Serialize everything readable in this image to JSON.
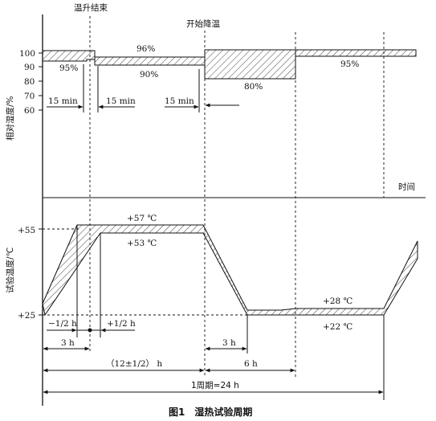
{
  "labels": {
    "temp_rise_end": "温升结束",
    "start_cooling": "开始降温",
    "humidity_axis": "相对湿度/%",
    "temperature_axis": "试验温度/℃",
    "time_label": "时间",
    "caption": "图1　湿热试验周期"
  },
  "humidity_ticks": [
    "100",
    "90",
    "80",
    "70",
    "60"
  ],
  "humidity_annotations": {
    "h95_left": "95%",
    "h96": "96%",
    "h90": "90%",
    "h80": "80%",
    "h95_right": "95%",
    "dur_15min_a": "15 min",
    "dur_15min_b": "15 min",
    "dur_15min_c": "15 min"
  },
  "temperature_ticks": [
    "+55",
    "+25"
  ],
  "temperature_annotations": {
    "t57": "+57 ℃",
    "t53": "+53 ℃",
    "t28": "+28 ℃",
    "t22": "+22 ℃"
  },
  "time_annotations": {
    "minus_half_h": "−1/2 h",
    "plus_half_h": "+1/2 h",
    "three_h_left": "3 h",
    "three_h_right": "3 h",
    "twelve_h": "（12±1/2） h",
    "six_h": "6 h",
    "cycle": "1周期=24 h"
  }
}
